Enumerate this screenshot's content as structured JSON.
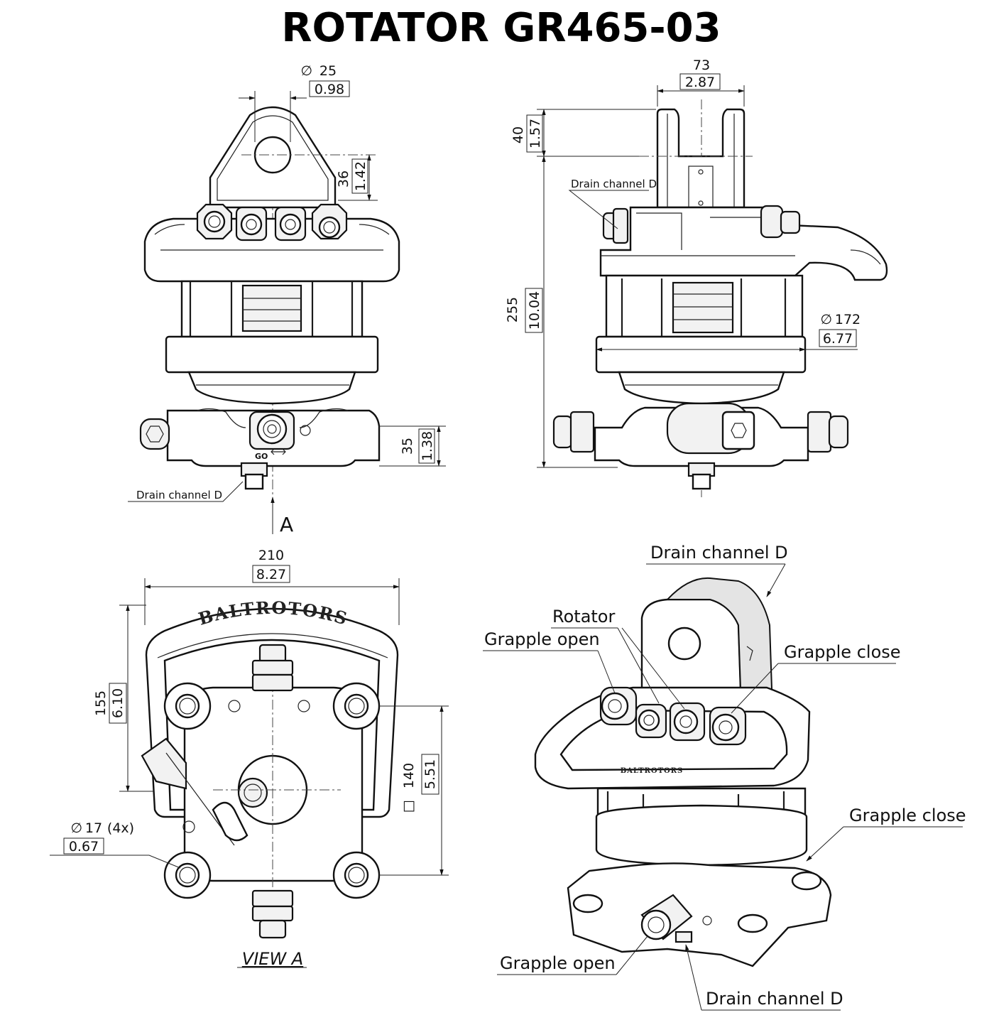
{
  "title": "ROTATOR  GR465-03",
  "brand": "BALTROTORS",
  "go_mark": "GO",
  "view_marker": "A",
  "view_label": "VIEW A",
  "front_view": {
    "pin_diameter": {
      "mm": "25",
      "inch": "0.98",
      "symbol": "∅"
    },
    "pin_height": {
      "mm": "36",
      "inch": "1.42"
    },
    "base_height": {
      "mm": "35",
      "inch": "1.38"
    },
    "drain_label": "Drain channel D"
  },
  "side_view": {
    "link_width": {
      "mm": "73",
      "inch": "2.87"
    },
    "top_height": {
      "mm": "40",
      "inch": "1.57"
    },
    "total_height": {
      "mm": "255",
      "inch": "10.04"
    },
    "body_diameter": {
      "mm": "172",
      "inch": "6.77",
      "symbol": "∅"
    },
    "drain_label": "Drain channel D"
  },
  "bottom_view": {
    "overall_width": {
      "mm": "210",
      "inch": "8.27"
    },
    "overall_depth": {
      "mm": "155",
      "inch": "6.10"
    },
    "bolt_square": {
      "mm": "140",
      "inch": "5.51",
      "symbol": "□"
    },
    "hole_diameter": {
      "mm": "17",
      "note": "(4x)",
      "inch": "0.67",
      "symbol": "∅"
    }
  },
  "iso_view": {
    "labels": {
      "drain_top": "Drain channel D",
      "rotator": "Rotator",
      "grapple_open_top": "Grapple open",
      "grapple_close_top": "Grapple close",
      "grapple_close_bottom": "Grapple close",
      "grapple_open_bottom": "Grapple open",
      "drain_bottom": "Drain channel D"
    }
  }
}
